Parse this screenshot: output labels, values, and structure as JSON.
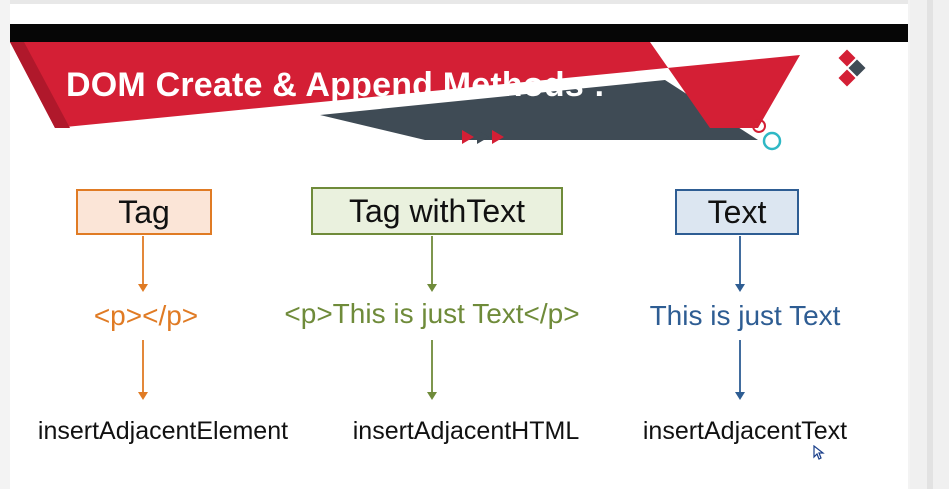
{
  "slide": {
    "title": "DOM Create & Append Methods :",
    "colors": {
      "banner_red": "#d41f35",
      "banner_dark": "#3f4b55",
      "tag_color": "#e07b24",
      "tagtext_color": "#6f8b3a",
      "text_color": "#2e5d93"
    },
    "columns": [
      {
        "box_label": "Tag",
        "example": "<p></p>",
        "method": "insertAdjacentElement"
      },
      {
        "box_label": "Tag withText",
        "example": "<p>This is just Text</p>",
        "method": "insertAdjacentHTML"
      },
      {
        "box_label": "Text",
        "example": "This is just Text",
        "method": "insertAdjacentText"
      }
    ]
  },
  "icons": [
    "diamond-logo-icon",
    "triple-triangle-icon",
    "circles-decoration-icon",
    "mouse-pointer-icon"
  ]
}
